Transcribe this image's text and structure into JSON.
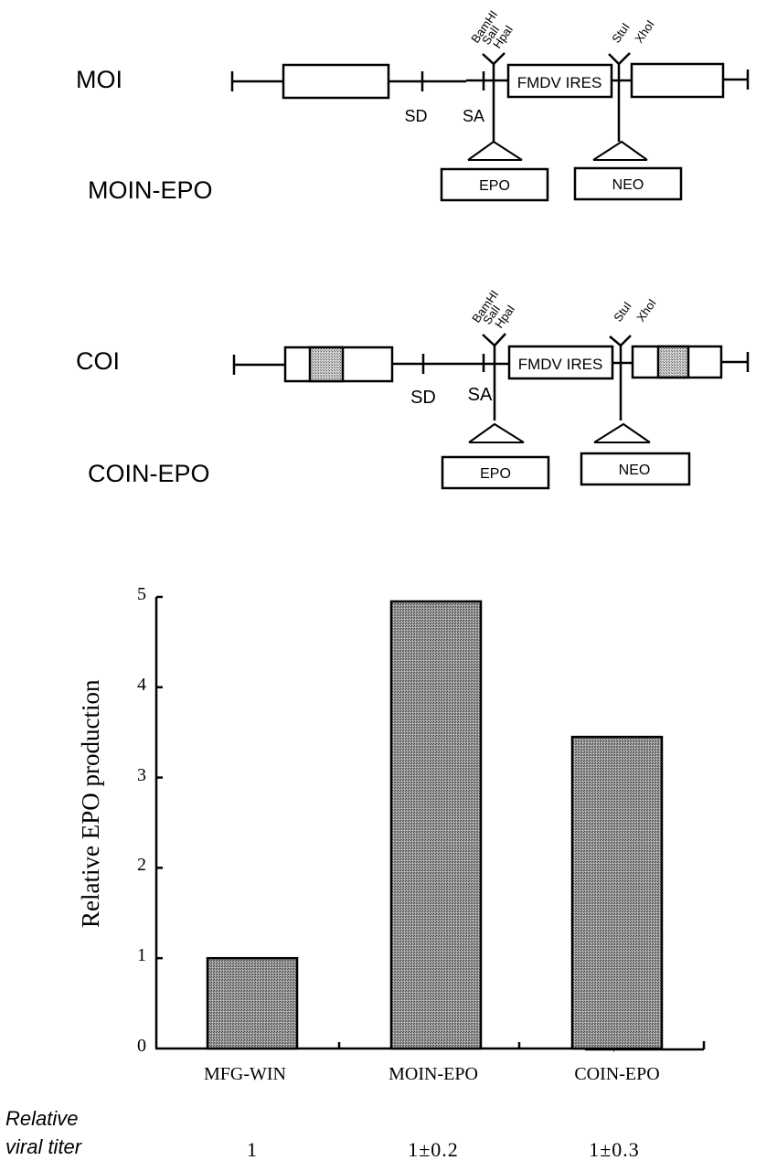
{
  "diagram": {
    "vectors": [
      {
        "name": "MOI",
        "insert_construct": "MOIN-EPO",
        "ltr_style": "plain",
        "sites": [
          "SD",
          "SA"
        ],
        "element": "FMDV IRES",
        "restriction_sites_left": [
          "BamHI",
          "SalI",
          "HpaI"
        ],
        "restriction_sites_right": [
          "StuI",
          "XhoI"
        ],
        "inserts": [
          "EPO",
          "NEO"
        ]
      },
      {
        "name": "COI",
        "insert_construct": "COIN-EPO",
        "ltr_style": "shaded-core",
        "sites": [
          "SD",
          "SA"
        ],
        "element": "FMDV IRES",
        "restriction_sites_left": [
          "BamHI",
          "SalI",
          "HpaI"
        ],
        "restriction_sites_right": [
          "StuI",
          "XhoI"
        ],
        "inserts": [
          "EPO",
          "NEO"
        ]
      }
    ]
  },
  "chart_data": {
    "type": "bar",
    "title": "",
    "categories": [
      "MFG-WIN",
      "MOIN-EPO",
      "COIN-EPO"
    ],
    "values": [
      1.0,
      4.95,
      3.45
    ],
    "xlabel": "",
    "ylabel": "Relative EPO production",
    "ylim": [
      0,
      5
    ],
    "yticks": [
      "0",
      "1",
      "2",
      "3",
      "4",
      "5"
    ],
    "grid": false,
    "legend": null,
    "bar_fill": "stippled gray",
    "annotation_row": {
      "label_line1": "Relative",
      "label_line2": "viral titer",
      "values": [
        "1",
        "1±0.2",
        "1±0.3"
      ]
    }
  }
}
